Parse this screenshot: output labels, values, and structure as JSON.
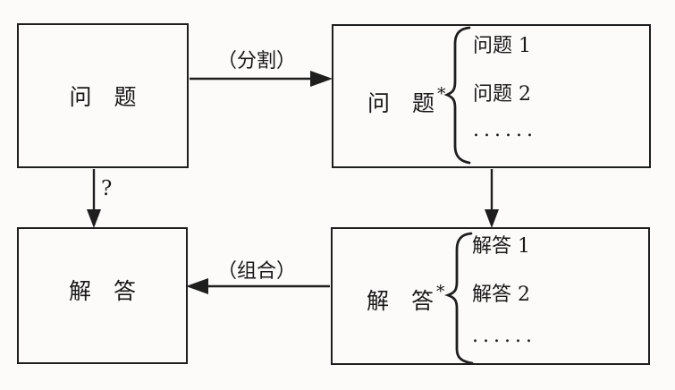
{
  "diagram": {
    "type": "flow-diagram",
    "topic": "divide-and-conquer problem solving",
    "colors": {
      "background": "#fcfbf9",
      "line": "#1e1e1e",
      "text": "#181818"
    },
    "boxes": {
      "problem": {
        "label": "问　题"
      },
      "subproblems": {
        "label": "问　题",
        "superscript": "*",
        "items": [
          "问题 1",
          "问题 2",
          "......"
        ]
      },
      "answer": {
        "label": "解　答"
      },
      "subanswers": {
        "label": "解　答",
        "superscript": "*",
        "items": [
          "解答 1",
          "解答 2",
          "......"
        ]
      }
    },
    "arrows": {
      "divide_label": "（分割）",
      "combine_label": "（组合）",
      "question_label": "?"
    }
  }
}
